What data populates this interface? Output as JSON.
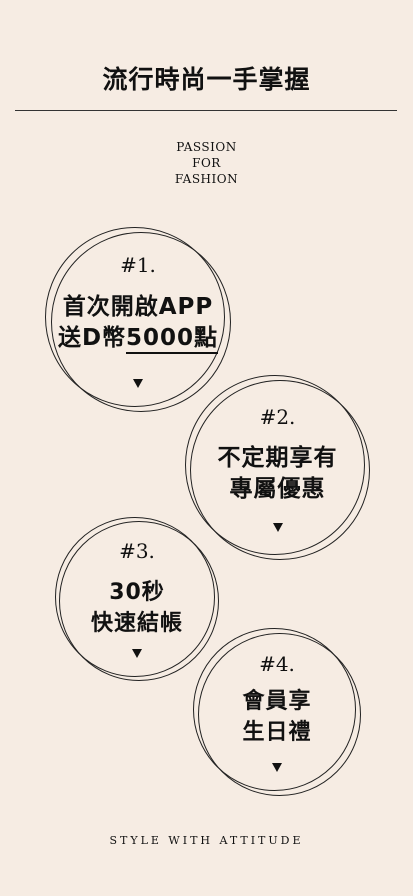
{
  "header": {
    "title": "流行時尚一手掌握",
    "tagline": [
      "PASSION",
      "FOR",
      "FASHION"
    ]
  },
  "badges": [
    {
      "number": "#1.",
      "line1": "首次開啟APP",
      "line2_prefix": "送D幣",
      "line2_emphasis": "5000點"
    },
    {
      "number": "#2.",
      "line1": "不定期享有",
      "line2": "專屬優惠"
    },
    {
      "number": "#3.",
      "line1": "30秒",
      "line2": "快速結帳"
    },
    {
      "number": "#4.",
      "line1": "會員享",
      "line2": "生日禮"
    }
  ],
  "footer": {
    "text": "STYLE WITH ATTITUDE"
  },
  "colors": {
    "background": "#f6ece3",
    "ink": "#111111"
  }
}
